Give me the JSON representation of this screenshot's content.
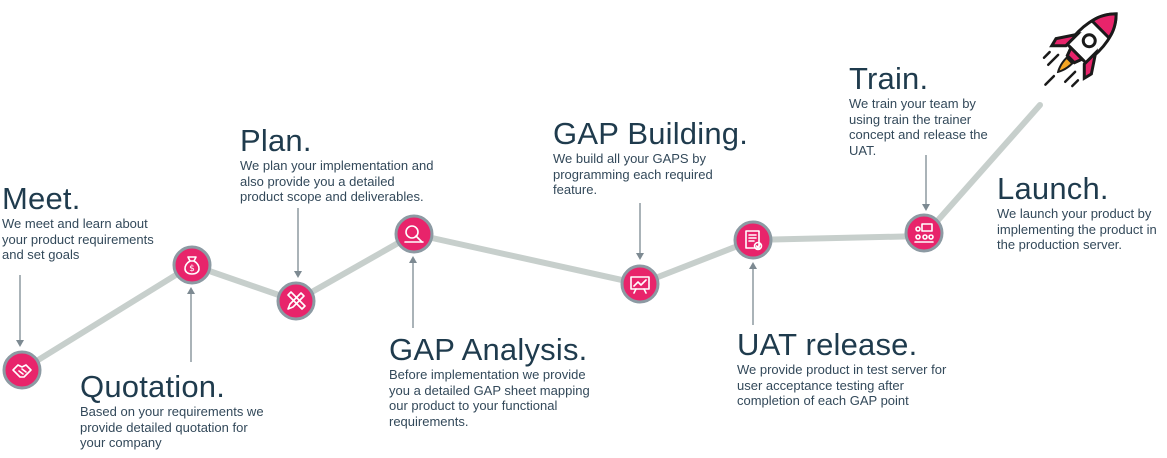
{
  "steps": [
    {
      "title": "Meet.",
      "desc": "We meet and learn about your product requirements and set goals"
    },
    {
      "title": "Quotation.",
      "desc": "Based on your requirements we provide detailed quotation for your company"
    },
    {
      "title": "Plan.",
      "desc": "We plan your implementation and also provide you a detailed product scope and deliverables."
    },
    {
      "title": "GAP Analysis.",
      "desc": "Before implementation we provide you a detailed GAP sheet mapping our product to your functional requirements."
    },
    {
      "title": "GAP Building.",
      "desc": "We build all your GAPS by programming each required feature."
    },
    {
      "title": "UAT release.",
      "desc": "We provide product in test server for user acceptance testing after completion of each GAP point"
    },
    {
      "title": "Train.",
      "desc": "We train your team by using train the trainer concept and release the UAT."
    },
    {
      "title": "Launch.",
      "desc": "We launch your product by implementing the product in the production server."
    }
  ],
  "icons": [
    "handshake-icon",
    "money-bag-icon",
    "pencil-ruler-icon",
    "magnifier-icon",
    "presentation-board-icon",
    "checklist-icon",
    "team-training-icon",
    "rocket-icon"
  ],
  "colors": {
    "accent": "#e8246b",
    "line": "#c7cfcc",
    "text": "#1f3b4d"
  }
}
